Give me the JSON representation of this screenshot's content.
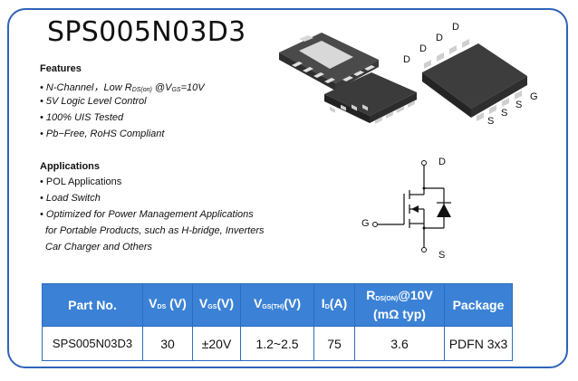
{
  "part_title": "SPS005N03D3",
  "features": {
    "heading": "Features",
    "items": [
      "N-Channel，Low RDS(on) @VGS=10V",
      "5V Logic Level Control",
      "100% UIS Tested",
      "Pb−Free, RoHS Compliant"
    ]
  },
  "applications": {
    "heading": "Applications",
    "items": [
      "POL Applications",
      "Load Switch",
      "Optimized for Power Management Applications"
    ],
    "continuation": [
      "for Portable Products, such as H-bridge, Inverters",
      "Car Charger and Others"
    ]
  },
  "package_pins": {
    "drain": [
      "D",
      "D",
      "D",
      "D"
    ],
    "source_gate": [
      "S",
      "S",
      "S",
      "G"
    ]
  },
  "schematic": {
    "drain": "D",
    "gate": "G",
    "source": "S"
  },
  "spec_table": {
    "headers": [
      "Part No.",
      "VDS (V)",
      "VGS(V)",
      "VGS(TH)(V)",
      "ID(A)",
      "RDS(ON)@10V (mΩ typ)",
      "Package"
    ],
    "row": [
      "SPS005N03D3",
      "30",
      "±20V",
      "1.2~2.5",
      "75",
      "3.6",
      "PDFN 3x3"
    ]
  },
  "colors": {
    "border": "#2f63b8",
    "table_header": "#3b82d6"
  }
}
